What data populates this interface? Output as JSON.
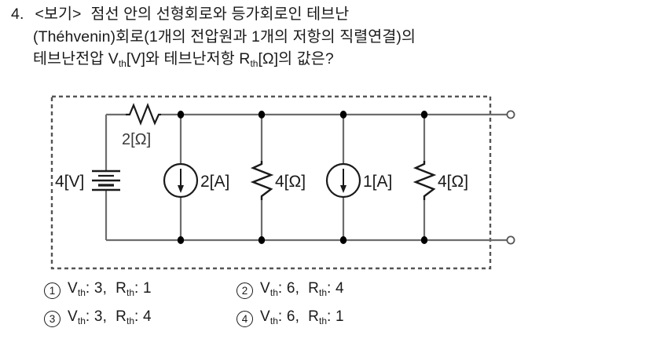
{
  "question": {
    "number": "4.",
    "lines": [
      "<보기> 점선 안의 선형회로와 등가회로인 테브난",
      "(Théhvenin)회로(1개의 전압원과 1개의 저항의 직렬연결)의",
      "테브난전압 Vth[V]와 테브난저항 Rth[Ω]의 값은?"
    ],
    "line1_prefix": "<보기>",
    "line1_rest": "점선 안의 선형회로와 등가회로인 테브난",
    "line2": "(Théhvenin)회로(1개의 전압원과 1개의 저항의 직렬연결)의",
    "line3_a": "테브난전압 V",
    "line3_sub1": "th",
    "line3_b": "[V]와 테브난저항 R",
    "line3_sub2": "th",
    "line3_c": "[Ω]의 값은?"
  },
  "circuit": {
    "voltage_source_label": "4[V]",
    "series_resistor_label": "2[Ω]",
    "current_source_1_label": "2[A]",
    "resistor_1_label": "4[Ω]",
    "current_source_2_label": "1[A]",
    "resistor_2_label": "4[Ω]",
    "dashed_border_color": "#555555",
    "wire_color": "#6d6d6d",
    "symbol_color": "#1a1a1a"
  },
  "choices": [
    {
      "marker": "1",
      "vth_label": "V",
      "vth_sub": "th",
      "vth_value": ": 3,",
      "rth_label": "R",
      "rth_sub": "th",
      "rth_value": ": 1"
    },
    {
      "marker": "2",
      "vth_label": "V",
      "vth_sub": "th",
      "vth_value": ": 6,",
      "rth_label": "R",
      "rth_sub": "th",
      "rth_value": ": 4"
    },
    {
      "marker": "3",
      "vth_label": "V",
      "vth_sub": "th",
      "vth_value": ": 3,",
      "rth_label": "R",
      "rth_sub": "th",
      "rth_value": ": 4"
    },
    {
      "marker": "4",
      "vth_label": "V",
      "vth_sub": "th",
      "vth_value": ": 6,",
      "rth_label": "R",
      "rth_sub": "th",
      "rth_value": ": 1"
    }
  ]
}
